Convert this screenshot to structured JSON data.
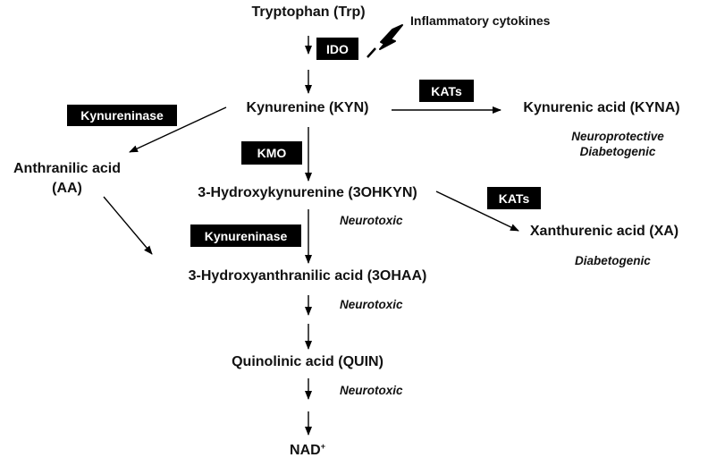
{
  "nodes": {
    "trp": "Tryptophan (Trp)",
    "kyn": "Kynurenine (KYN)",
    "kyna": "Kynurenic acid (KYNA)",
    "aa_line1": "Anthranilic acid",
    "aa_line2": "(AA)",
    "ohkyn": "3-Hydroxykynurenine (3OHKYN)",
    "xa": "Xanthurenic acid (XA)",
    "ohaa": "3-Hydroxyanthranilic acid (3OHAA)",
    "quin": "Quinolinic acid (QUIN)",
    "nad": "NAD",
    "nad_sup": "+"
  },
  "enzymes": {
    "ido": "IDO",
    "kats_top": "KATs",
    "kynureninase_left": "Kynureninase",
    "kmo": "KMO",
    "kats_right": "KATs",
    "kynureninase_center": "Kynureninase"
  },
  "stimulus": {
    "label": "Inflammatory cytokines",
    "icon": "lightning-bolt-icon"
  },
  "annotations": {
    "kyna_line1": "Neuroprotective",
    "kyna_line2": "Diabetogenic",
    "ohkyn": "Neurotoxic",
    "xa": "Diabetogenic",
    "ohaa": "Neurotoxic",
    "quin": "Neurotoxic"
  }
}
